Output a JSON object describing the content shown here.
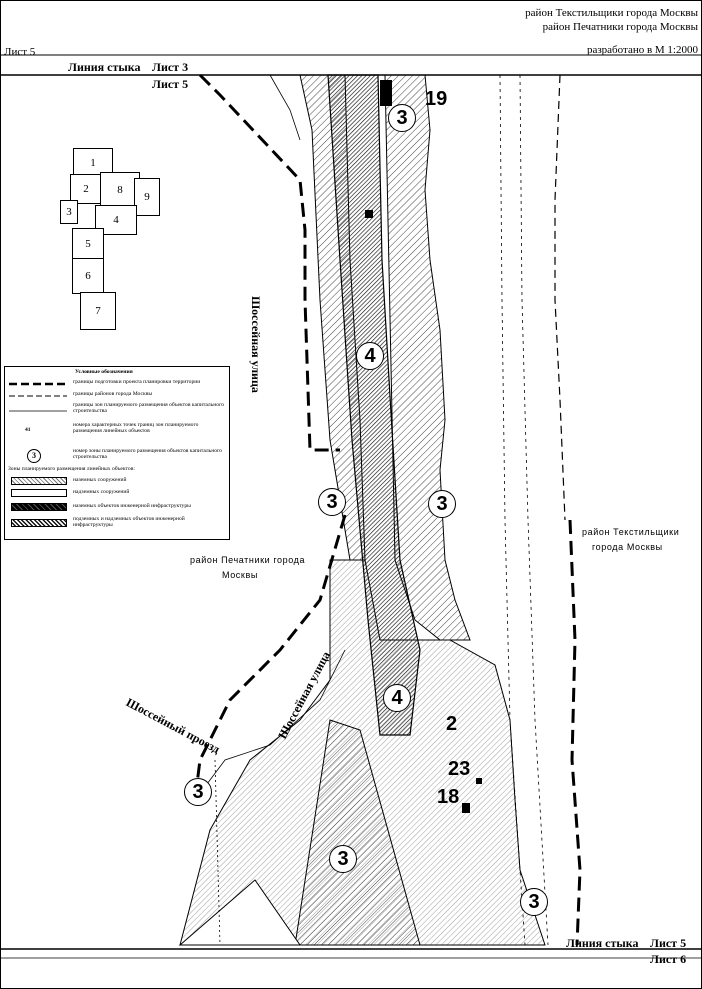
{
  "header": {
    "district_1": "район Текстильщики города Москвы",
    "district_2": "район Печатники города Москвы",
    "sheet": "Лист 5",
    "scale": "разработано в М 1:2000"
  },
  "joins": {
    "top_line": "Линия стыка",
    "top_sheet_above": "Лист 3",
    "top_sheet_below": "Лист 5",
    "bottom_line": "Линия стыка",
    "bottom_sheet_above": "Лист 5",
    "bottom_sheet_below": "Лист 6"
  },
  "key_map": {
    "sheets": [
      "1",
      "2",
      "8",
      "9",
      "3",
      "4",
      "5",
      "6",
      "7"
    ]
  },
  "legend": {
    "title": "Условные обозначения",
    "items": [
      "границы подготовки проекта планировки территории",
      "границы районов города Москвы",
      "границы зон планируемого размещения объектов капитального строительства",
      "номера характерных точек границ зон планируемого размещения линейных объектов",
      "номер зоны планируемого размещения объектов капитального строительства"
    ],
    "point_example": "41",
    "zone_example": "3",
    "zones_heading": "Зоны планируемого размещения линейных объектов:",
    "zone_types": [
      "наземных сооружений",
      "надземных сооружений",
      "наземных объектов инженерной инфраструктуры",
      "подземных и надземных объектов инженерной инфраструктуры"
    ]
  },
  "map": {
    "district_textilshchiki": [
      "район Текстильщики",
      "города Москвы"
    ],
    "district_pechatniki": [
      "район Печатники города",
      "Москвы"
    ],
    "streets": [
      "Шоссейная улица",
      "Шоссейная улица",
      "Шоссейный проезд"
    ],
    "zone_numbers": [
      "3",
      "19",
      "4",
      "3",
      "3",
      "4",
      "2",
      "23",
      "18",
      "3",
      "3",
      "3"
    ]
  }
}
